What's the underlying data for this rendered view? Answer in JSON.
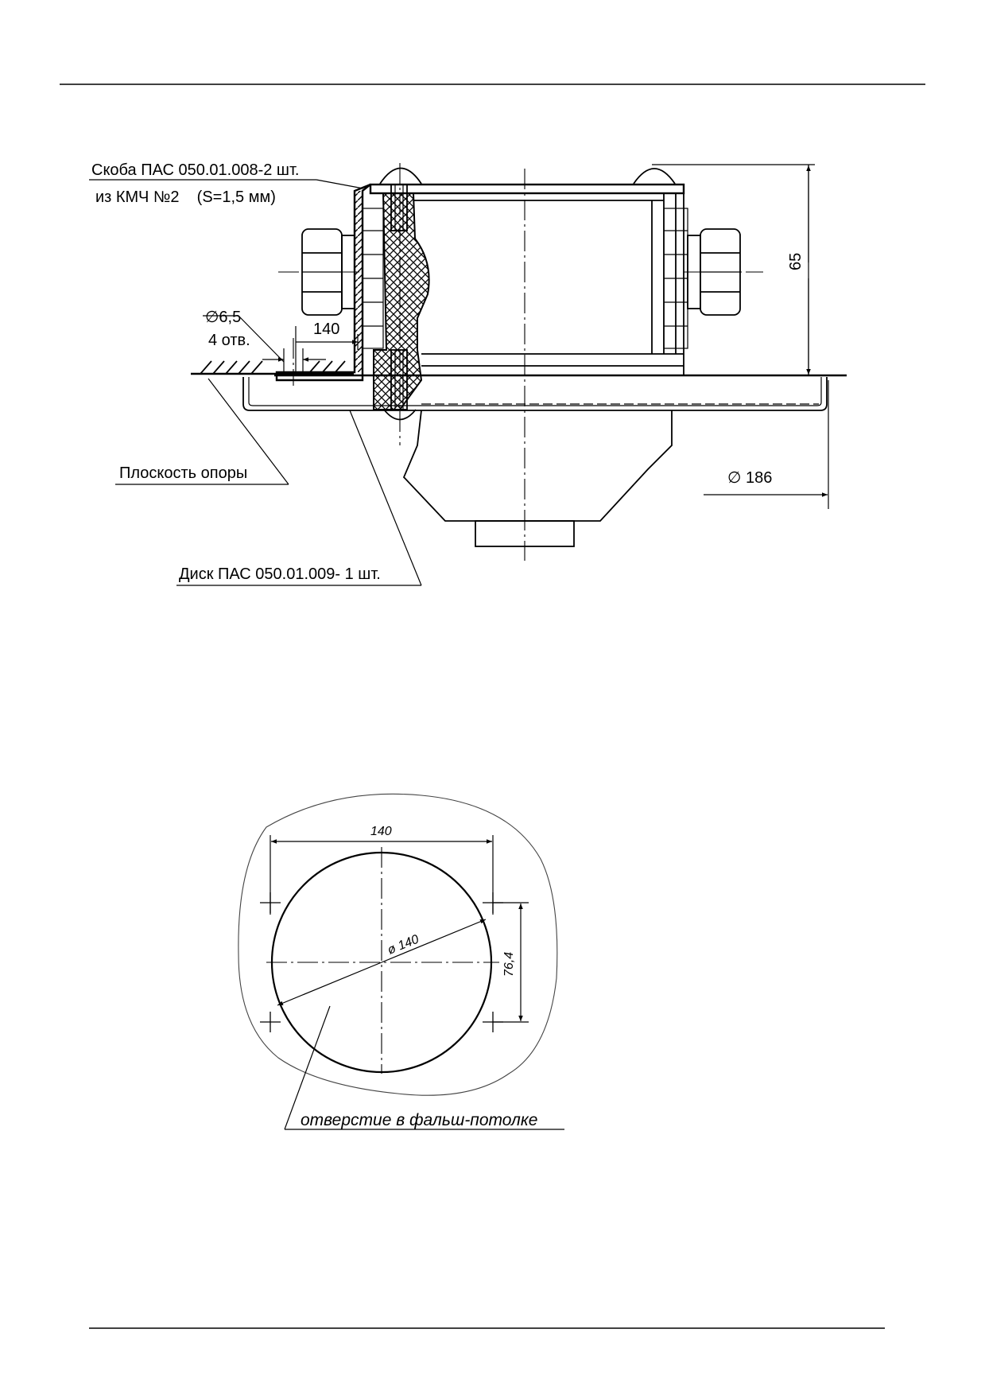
{
  "side_view": {
    "callout_bracket_line1": "Скоба ПАС 050.01.008-2 шт.",
    "callout_bracket_line2": "из КМЧ №2    (S=1,5 мм)",
    "hole_diameter": "∅6,5",
    "hole_count": "4 отв.",
    "dim_140": "140",
    "dim_65": "65",
    "dim_186": "∅ 186",
    "support_plane_label": "Плоскость опоры",
    "disc_label": "Диск ПАС 050.01.009- 1 шт."
  },
  "cutout_view": {
    "dim_width": "140",
    "dim_diameter": "ø 140",
    "dim_hole_spacing": "76,4",
    "opening_label": "отверстие в фальш-потолке"
  }
}
